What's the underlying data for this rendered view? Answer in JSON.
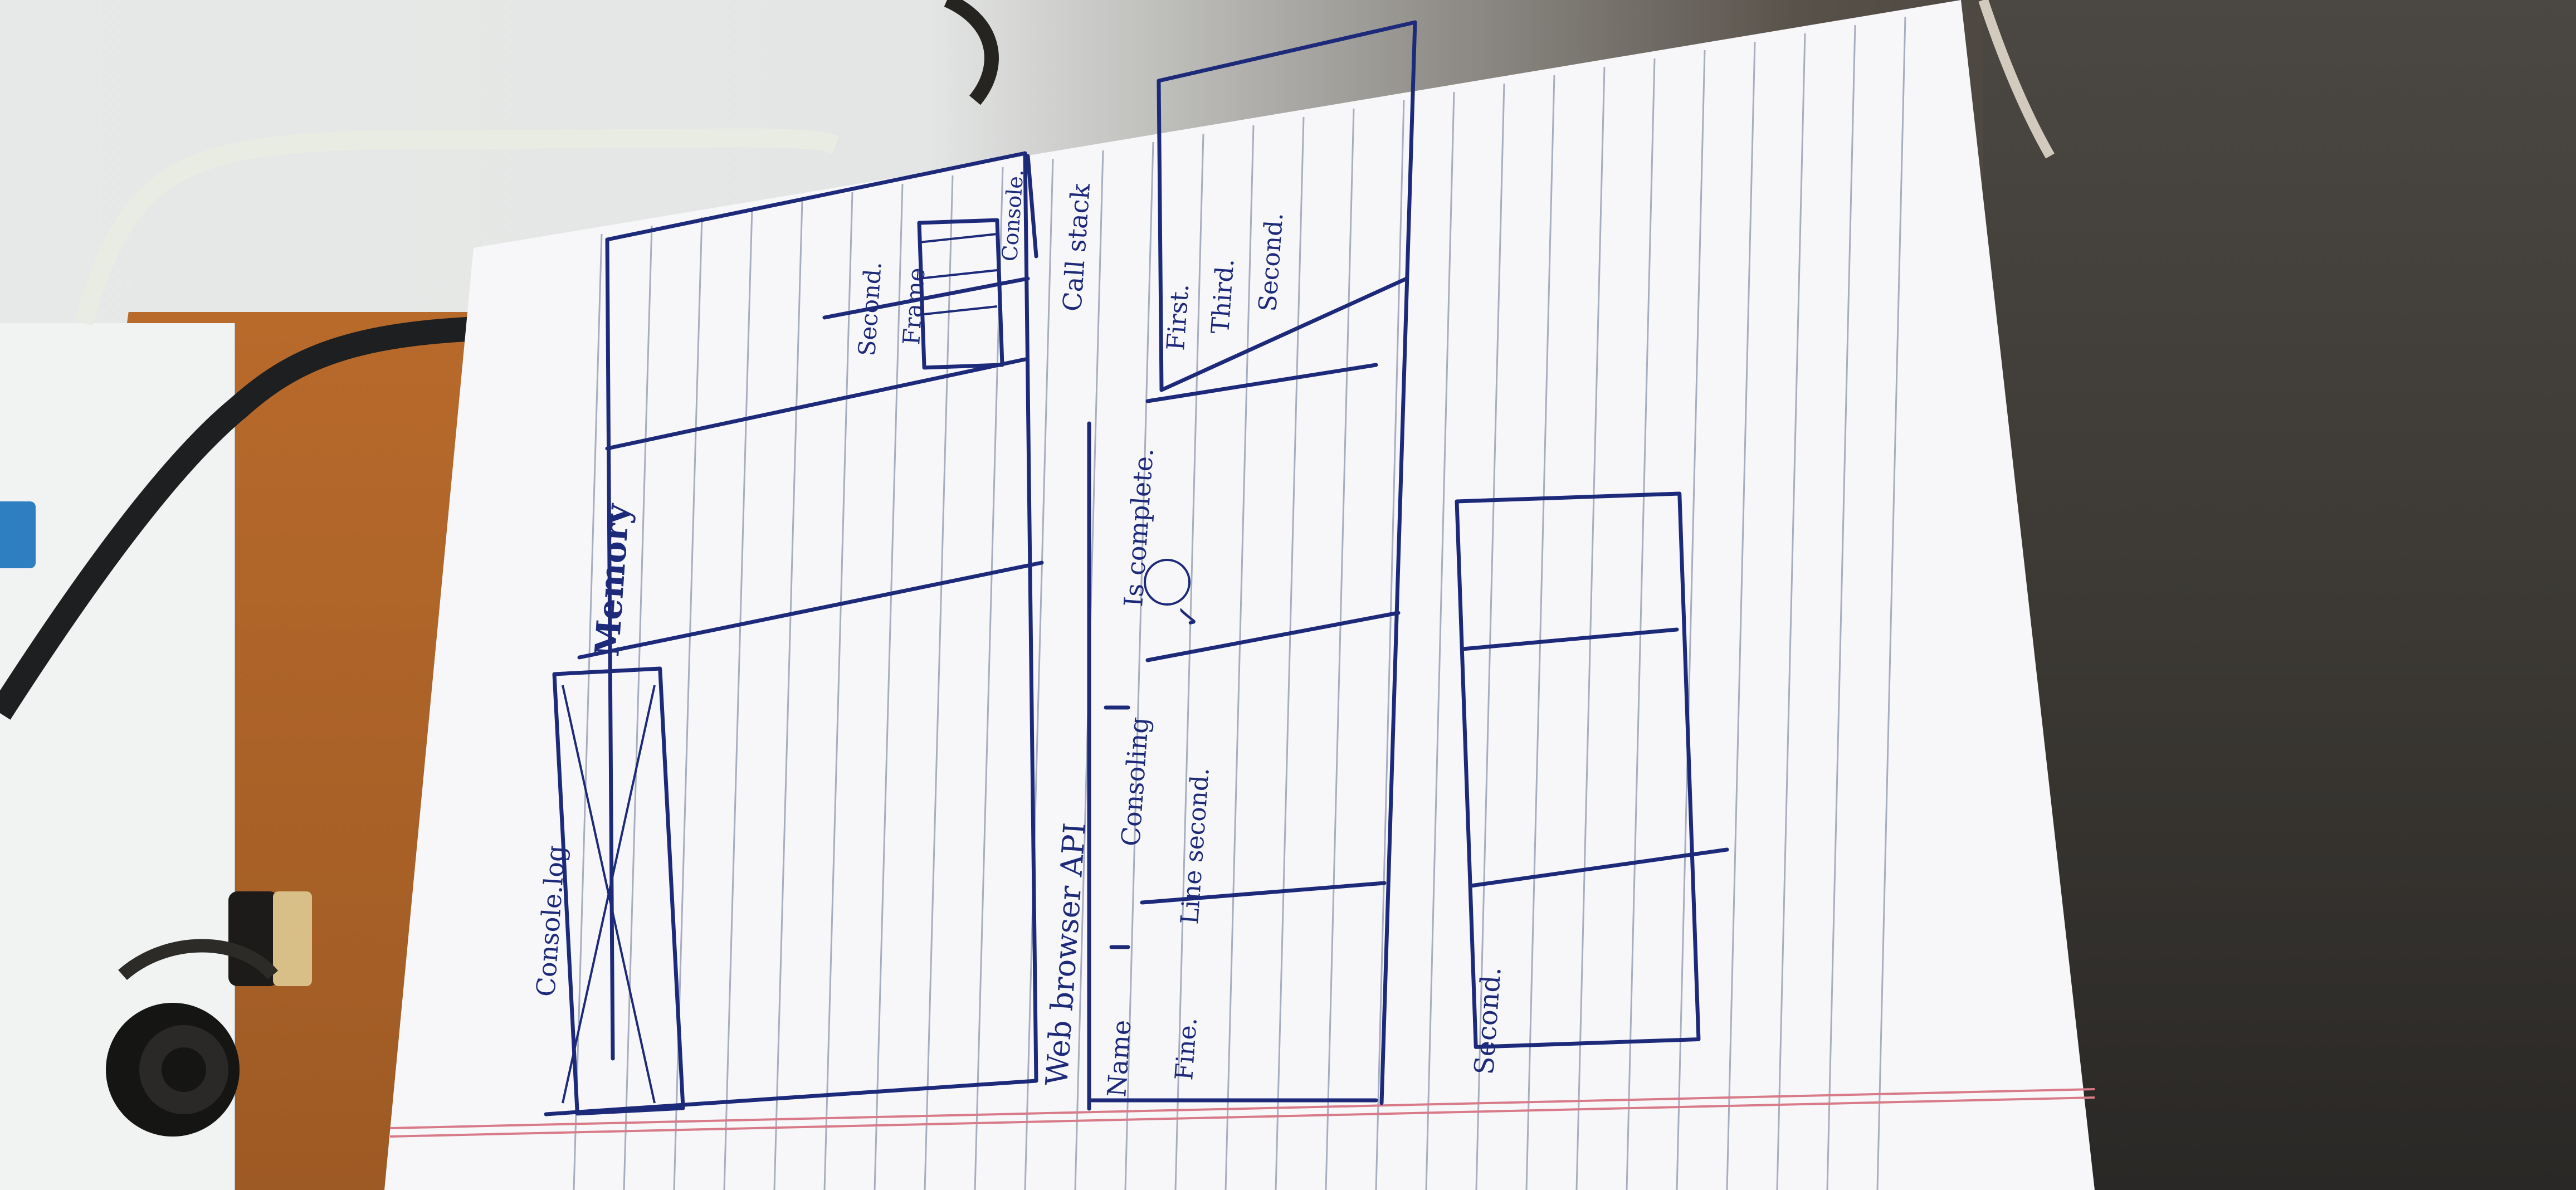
{
  "sketch": {
    "console_log": "Console.log",
    "memory": "Memory",
    "call_stack_items": [
      "Second.",
      "Frame",
      "Console."
    ],
    "call_stack_label": "Call stack",
    "web_browser_api": "Web browser API",
    "table_headers": [
      "Name",
      "Consoling",
      "Is complete."
    ],
    "table_row": [
      "Fine.",
      "Line second.",
      "✓"
    ],
    "queue_items": [
      "First.",
      "Third.",
      "Second."
    ],
    "bottom_label": "Second."
  },
  "colors": {
    "ink": "#1d2a7a",
    "paper": "#f7f7fa",
    "table_wood": "#b86a2b"
  }
}
